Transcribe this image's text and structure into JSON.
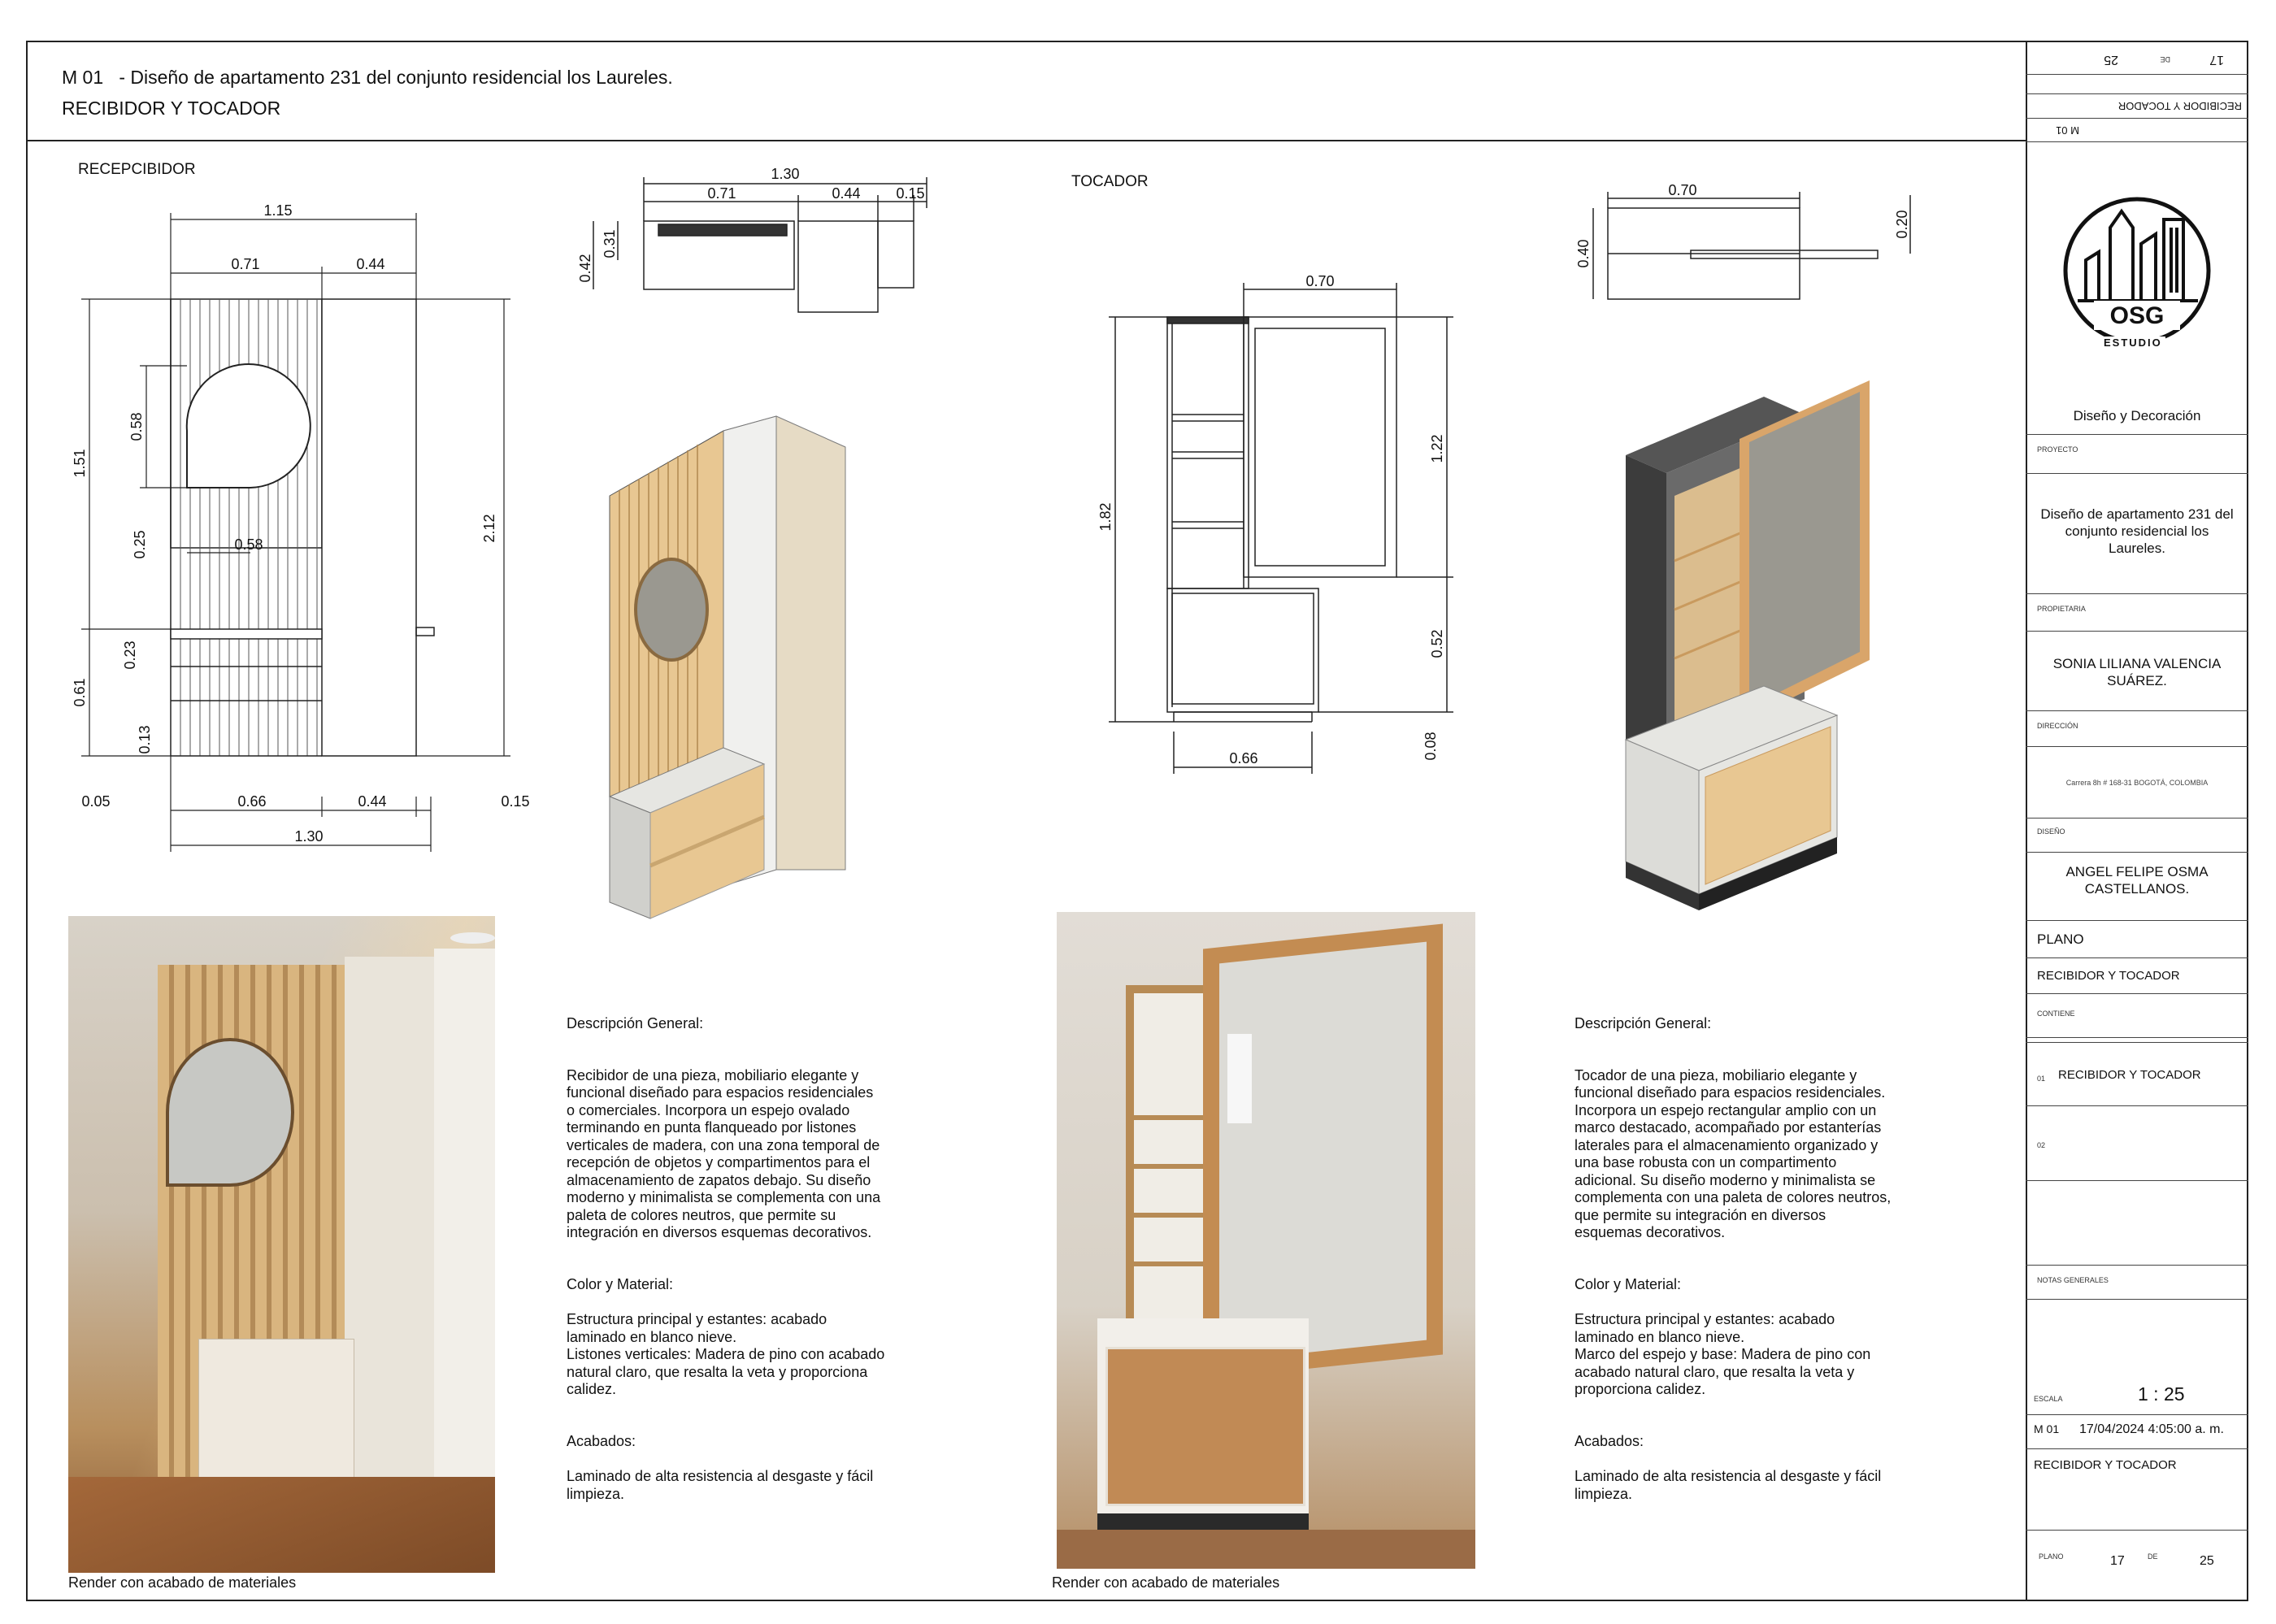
{
  "header": {
    "code": "M 01",
    "title": "- Diseño de apartamento 231 del conjunto residencial los Laureles.",
    "subtitle": "RECIBIDOR Y TOCADOR"
  },
  "left_section": {
    "label": "RECEPCIBIDOR",
    "dims": {
      "d_115": "1.15",
      "d_071": "0.71",
      "d_044a": "0.44",
      "d_151": "1.51",
      "d_058a": "0.58",
      "d_058b": "0.58",
      "d_025": "0.25",
      "d_023": "0.23",
      "d_061": "0.61",
      "d_013": "0.13",
      "d_212": "2.12",
      "d_005": "0.05",
      "d_066": "0.66",
      "d_044b": "0.44",
      "d_015": "0.15",
      "d_130": "1.30"
    },
    "plan_dims": {
      "d_130": "1.30",
      "d_071": "0.71",
      "d_044": "0.44",
      "d_015": "0.15",
      "d_042": "0.42",
      "d_031": "0.31"
    },
    "render_caption": "Render con acabado de materiales",
    "description": {
      "heading": "Descripción General:",
      "body": "Recibidor de una pieza, mobiliario elegante y\nfuncional diseñado para espacios residenciales\no comerciales. Incorpora un espejo ovalado\nterminando en punta flanqueado por listones\nverticales de madera, con una zona temporal de\nrecepción de objetos y compartimentos para el\nalmacenamiento de zapatos debajo. Su diseño\nmoderno y minimalista se complementa con una\npaleta de colores neutros, que permite su\nintegración en diversos esquemas decorativos.",
      "color_heading": "Color y Material:",
      "color_body": "Estructura principal y estantes: acabado\nlaminado en blanco nieve.\nListones verticales: Madera de pino con acabado\nnatural claro, que resalta la veta y proporciona\ncalidez.",
      "finish_heading": "Acabados:",
      "finish_body": "Laminado de alta resistencia al desgaste y fácil\nlimpieza."
    }
  },
  "right_section": {
    "label": "TOCADOR",
    "dims": {
      "d_070": "0.70",
      "d_182": "1.82",
      "d_122": "1.22",
      "d_052": "0.52",
      "d_008": "0.08",
      "d_066": "0.66"
    },
    "plan_dims": {
      "d_070": "0.70",
      "d_040": "0.40",
      "d_020": "0.20"
    },
    "render_caption": "Render con acabado de materiales",
    "description": {
      "heading": "Descripción General:",
      "body": "Tocador de una pieza, mobiliario elegante y\nfuncional diseñado para espacios residenciales.\nIncorpora un espejo rectangular amplio con un\nmarco destacado, acompañado por estanterías\nlaterales para el almacenamiento organizado y\nuna base robusta con un compartimento\nadicional. Su diseño moderno y minimalista se\ncomplementa con una paleta de colores neutros,\nque permite su integración en diversos\nesquemas decorativos.",
      "color_heading": "Color y Material:",
      "color_body": "Estructura principal y estantes: acabado\nlaminado en blanco nieve.\nMarco del espejo y base: Madera de pino con\nacabado natural claro, que resalta la veta y\nproporciona calidez.",
      "finish_heading": "Acabados:",
      "finish_body": "Laminado de alta resistencia al desgaste y fácil\nlimpieza."
    }
  },
  "title_block": {
    "top_page": "17",
    "top_de": "DE",
    "top_total": "25",
    "top_name": "RECIBIDOR Y TOCADOR",
    "top_code": "M 01",
    "logo_text": "OSG",
    "logo_sub": "ESTUDIO",
    "company": "Diseño y Decoración",
    "proyecto_label": "PROYECTO",
    "proyecto": "Diseño de apartamento 231 del conjunto residencial los Laureles.",
    "propietaria_label": "PROPIETARIA",
    "propietaria": "SONIA LILIANA VALENCIA SUÁREZ.",
    "direccion_label": "DIRECCIÓN",
    "direccion": "Carrera 8h # 168-31 BOGOTÁ, COLOMBIA",
    "diseno_label": "DISEÑO",
    "disenador": "ANGEL FELIPE OSMA CASTELLANOS.",
    "plano_label": "PLANO",
    "plano_name": "RECIBIDOR Y TOCADOR",
    "contiene_label": "CONTIENE",
    "row01_num": "01",
    "row01": "RECIBIDOR Y TOCADOR",
    "row02_num": "02",
    "notas_label": "NOTAS GENERALES",
    "escala_label": "ESCALA",
    "escala": "1 : 25",
    "code": "M 01",
    "datetime": "17/04/2024 4:05:00 a. m.",
    "bottom_name": "RECIBIDOR Y TOCADOR",
    "plano_foot_label": "PLANO",
    "page": "17",
    "de": "DE",
    "total": "25"
  },
  "colors": {
    "wood": "#e8c792",
    "wood_dark": "#d9a56a",
    "white_lam": "#e6e6e2",
    "dark": "#3c3c3c",
    "mirror": "#9a9890"
  }
}
